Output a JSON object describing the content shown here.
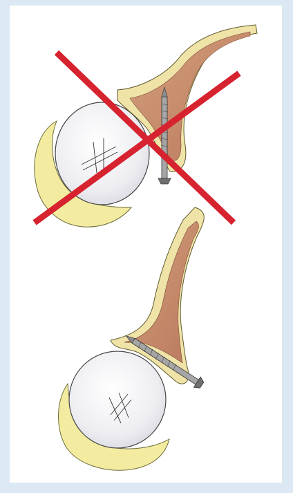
{
  "figure": {
    "panels": [
      {
        "id": "top",
        "status": "incorrect",
        "marker": "red-cross"
      },
      {
        "id": "bottom",
        "status": "correct",
        "marker": "none"
      }
    ],
    "colors": {
      "background": "#dce9f5",
      "panel": "#ffffff",
      "cartilage": "#f3eca0",
      "bone_cortex": "#e8d99a",
      "marrow": "#c98a6e",
      "cross": "#d6232f",
      "screw": "#9a9a9a"
    }
  }
}
